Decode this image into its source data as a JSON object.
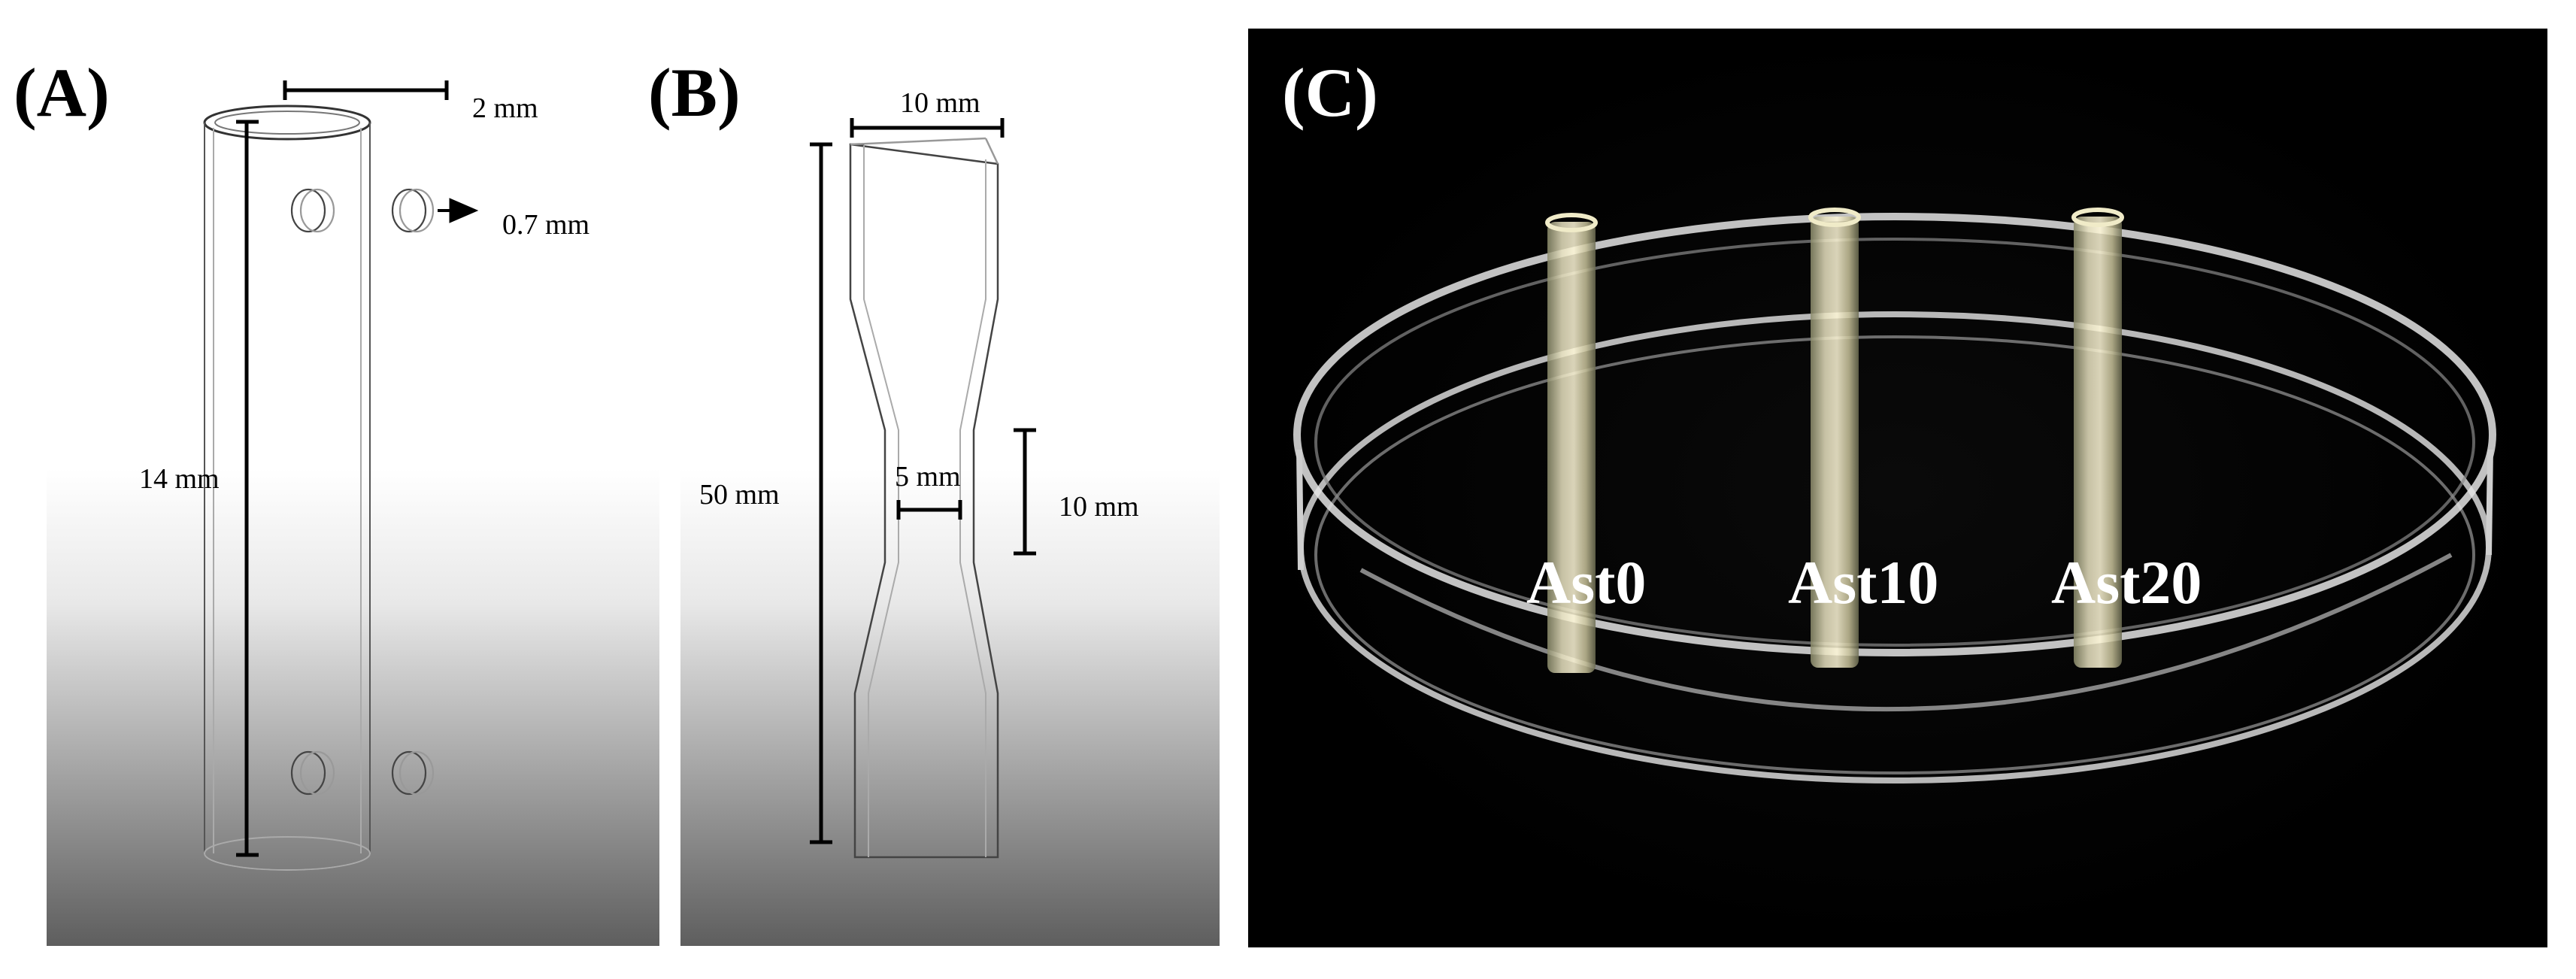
{
  "panels": {
    "a": {
      "label": "(A)",
      "dims": {
        "diameter": "2 mm",
        "hole": "0.7 mm",
        "length": "14 mm"
      }
    },
    "b": {
      "label": "(B)",
      "dims": {
        "top_width": "10 mm",
        "total_length": "50 mm",
        "neck_width": "5 mm",
        "neck_length": "10 mm"
      }
    },
    "c": {
      "label": "(C)",
      "samples": [
        "Ast0",
        "Ast10",
        "Ast20"
      ]
    }
  }
}
